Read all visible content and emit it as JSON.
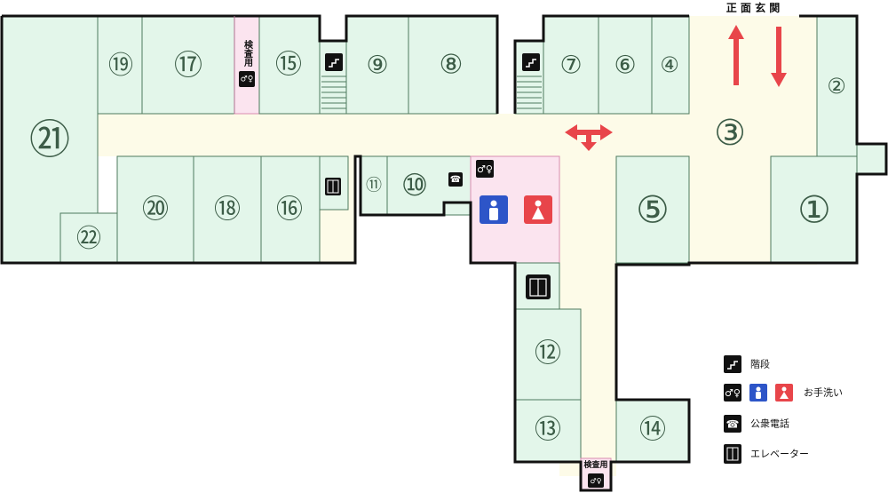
{
  "entrance_label": "正 面 玄 関",
  "rooms": [
    {
      "id": "r1",
      "label": "①"
    },
    {
      "id": "r2",
      "label": "②"
    },
    {
      "id": "r3",
      "label": "③"
    },
    {
      "id": "r4",
      "label": "④"
    },
    {
      "id": "r5",
      "label": "⑤"
    },
    {
      "id": "r6",
      "label": "⑥"
    },
    {
      "id": "r7",
      "label": "⑦"
    },
    {
      "id": "r8",
      "label": "⑧"
    },
    {
      "id": "r9",
      "label": "⑨"
    },
    {
      "id": "r10",
      "label": "⑩"
    },
    {
      "id": "r11",
      "label": "⑪"
    },
    {
      "id": "r12",
      "label": "⑫"
    },
    {
      "id": "r13",
      "label": "⑬"
    },
    {
      "id": "r14",
      "label": "⑭"
    },
    {
      "id": "r15",
      "label": "⑮"
    },
    {
      "id": "r16",
      "label": "⑯"
    },
    {
      "id": "r17",
      "label": "⑰"
    },
    {
      "id": "r18",
      "label": "⑱"
    },
    {
      "id": "r19",
      "label": "⑲"
    },
    {
      "id": "r20",
      "label": "⑳"
    },
    {
      "id": "r21",
      "label": "㉑"
    },
    {
      "id": "r22",
      "label": "㉒"
    }
  ],
  "inspection_label": "検査用",
  "legend": {
    "stairs": "階段",
    "restroom": "お手洗い",
    "phone": "公衆電話",
    "elevator": "エレベーター"
  },
  "colors": {
    "room": "#e3f6ea",
    "corridor": "#fdfbe8",
    "restroom_pink": "#fbe4ef",
    "arrow": "#e8454a",
    "male": "#2d55c8",
    "female": "#e8454a"
  }
}
